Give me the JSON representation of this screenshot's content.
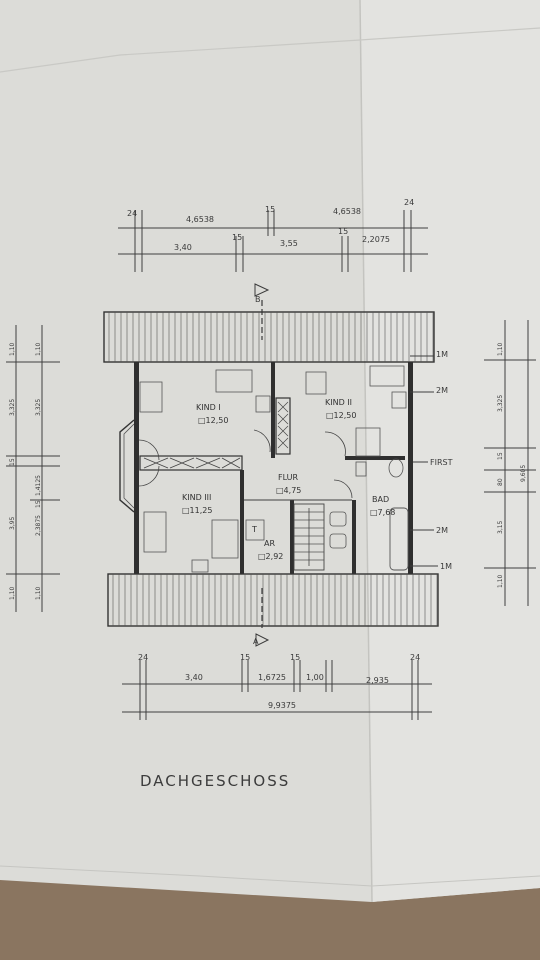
{
  "plan": {
    "title": "DACHGESCHOSS",
    "rooms": [
      {
        "name": "KIND I",
        "area": "□12,50"
      },
      {
        "name": "KIND II",
        "area": "□12,50"
      },
      {
        "name": "KIND III",
        "area": "□11,25"
      },
      {
        "name": "FLUR",
        "area": "□4,75"
      },
      {
        "name": "BAD",
        "area": "□7,68"
      },
      {
        "name": "AR",
        "area": "□2,92"
      }
    ],
    "section_marks": {
      "top": "B",
      "bottom": "A"
    },
    "fixture_letter": "T",
    "height_marks": [
      "1M",
      "2M",
      "FIRST",
      "2M",
      "1M"
    ],
    "top_dims_row1": [
      "24",
      "4,6538",
      "15",
      "4,6538",
      "24"
    ],
    "top_dims_row2": [
      "3,40",
      "15",
      "3,55",
      "15",
      "2,2075"
    ],
    "bottom_dims_row1": [
      "24",
      "3,40",
      "15",
      "1,6725",
      "15",
      "1,00",
      "2,935",
      "24"
    ],
    "bottom_total": "9,9375",
    "left_dims_outer": [
      "1,10",
      "3,325",
      "15",
      "3,95",
      "1,10"
    ],
    "left_dims_inner": [
      "1,10",
      "3,325",
      "1,4125",
      "15",
      "2,3875",
      "1,10"
    ],
    "right_dims_inner": [
      "1,10",
      "3,325",
      "15",
      "80",
      "3,15",
      "1,10"
    ],
    "right_dims_outer": [
      "9,605"
    ]
  }
}
